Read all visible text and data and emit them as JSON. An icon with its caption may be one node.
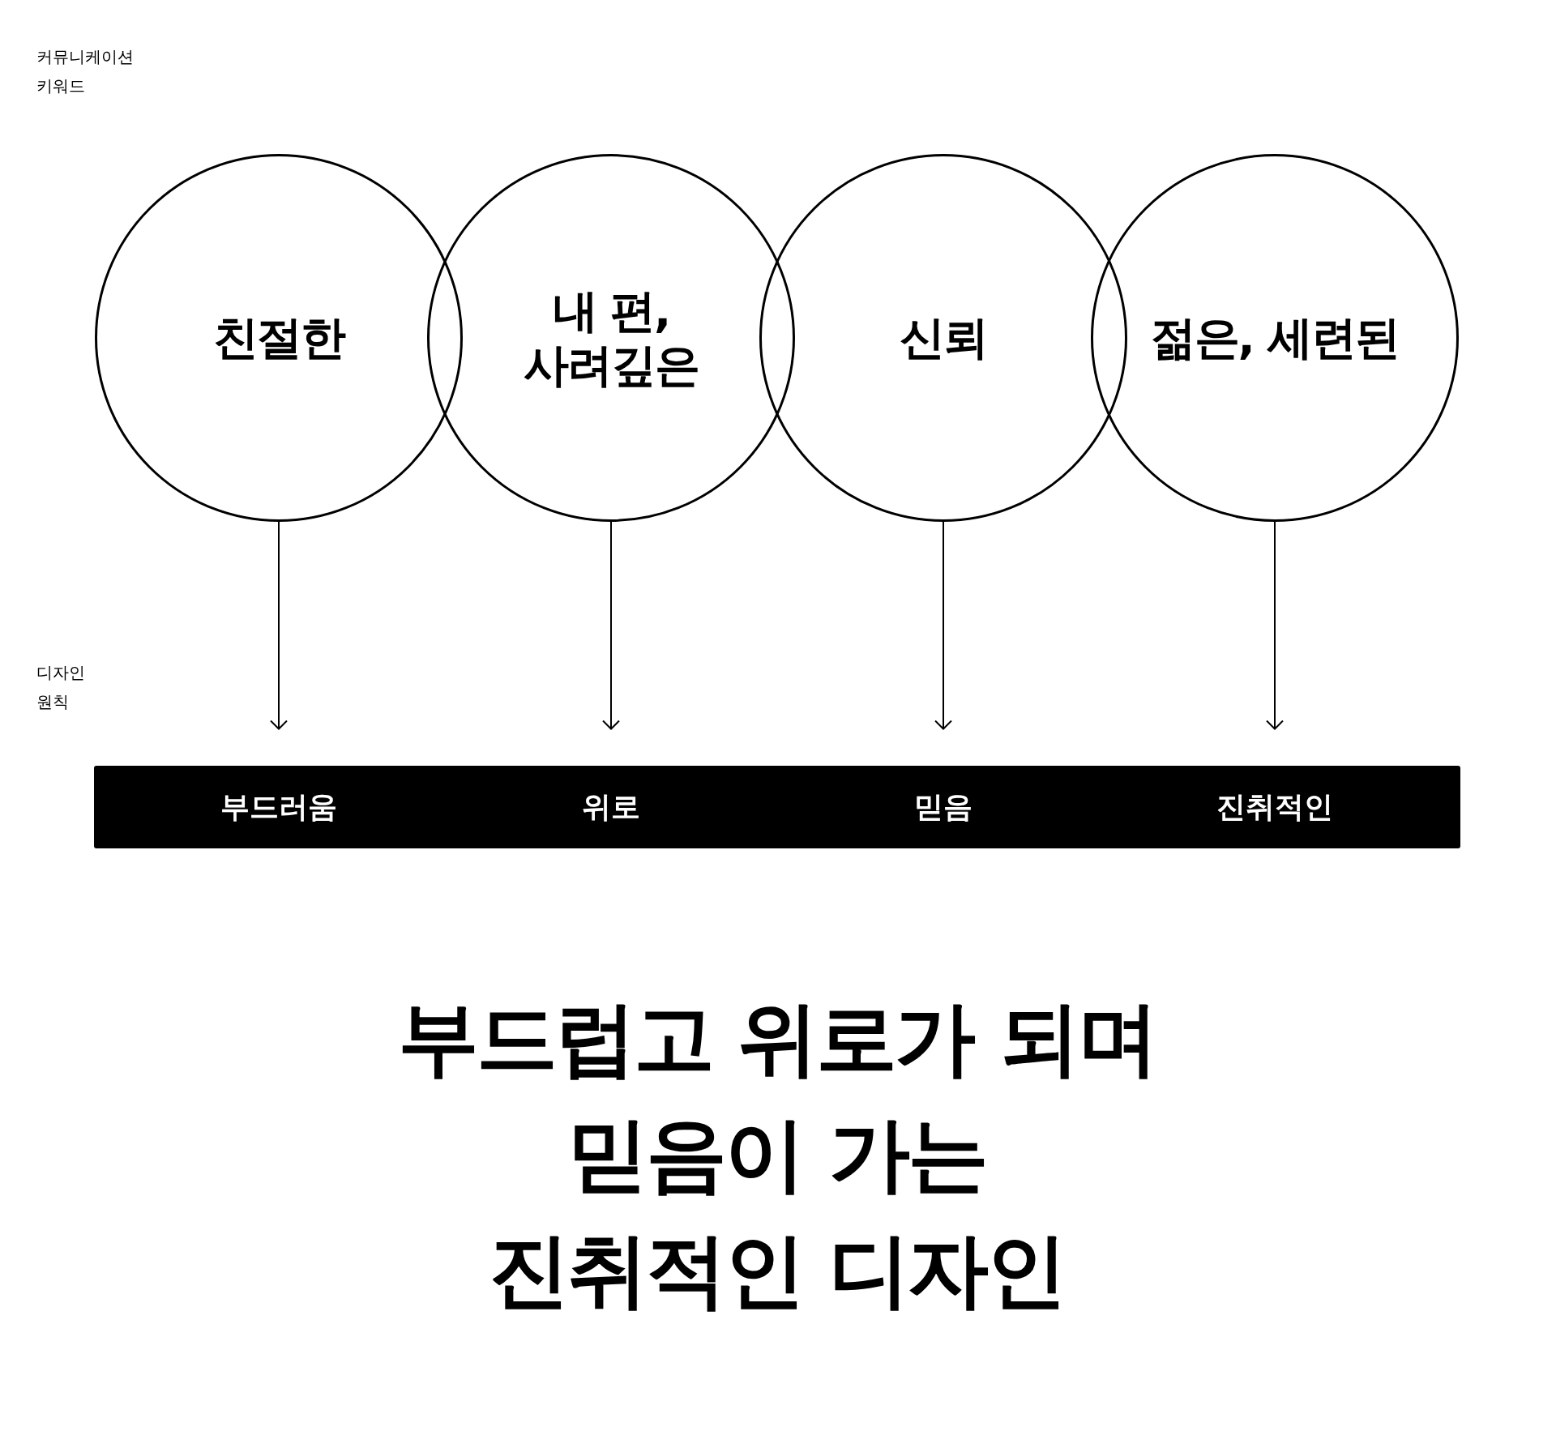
{
  "diagram": {
    "nodes": [
      {
        "text": [
          "친절한"
        ]
      },
      {
        "text": [
          "내 편, 사려깊은"
        ]
      },
      {
        "text": [
          "신뢰"
        ]
      },
      {
        "text": [
          "젊은, 세련된"
        ]
      },
      {
        "text": [],
        "shape": "bar"
      },
      {
        "text": [
          "부드러움"
        ],
        "in": 4
      },
      {
        "text": [
          "위로"
        ],
        "in": 4
      },
      {
        "text": [
          "믿음"
        ],
        "in": 4
      },
      {
        "text": [
          "진취적인"
        ],
        "in": 4
      }
    ],
    "edges": [
      {
        "from": 0,
        "to": 5,
        "arrow": "to"
      },
      {
        "from": 1,
        "to": 6,
        "arrow": "to"
      },
      {
        "from": 2,
        "to": 7,
        "arrow": "to"
      },
      {
        "from": 3,
        "to": 8,
        "arrow": "to"
      }
    ],
    "labels": [
      "커뮤니케이션 키워드",
      "디자인 원칙",
      "부드럽고 위로가 되며 믿음이 가는 진취적인 디자인"
    ]
  }
}
